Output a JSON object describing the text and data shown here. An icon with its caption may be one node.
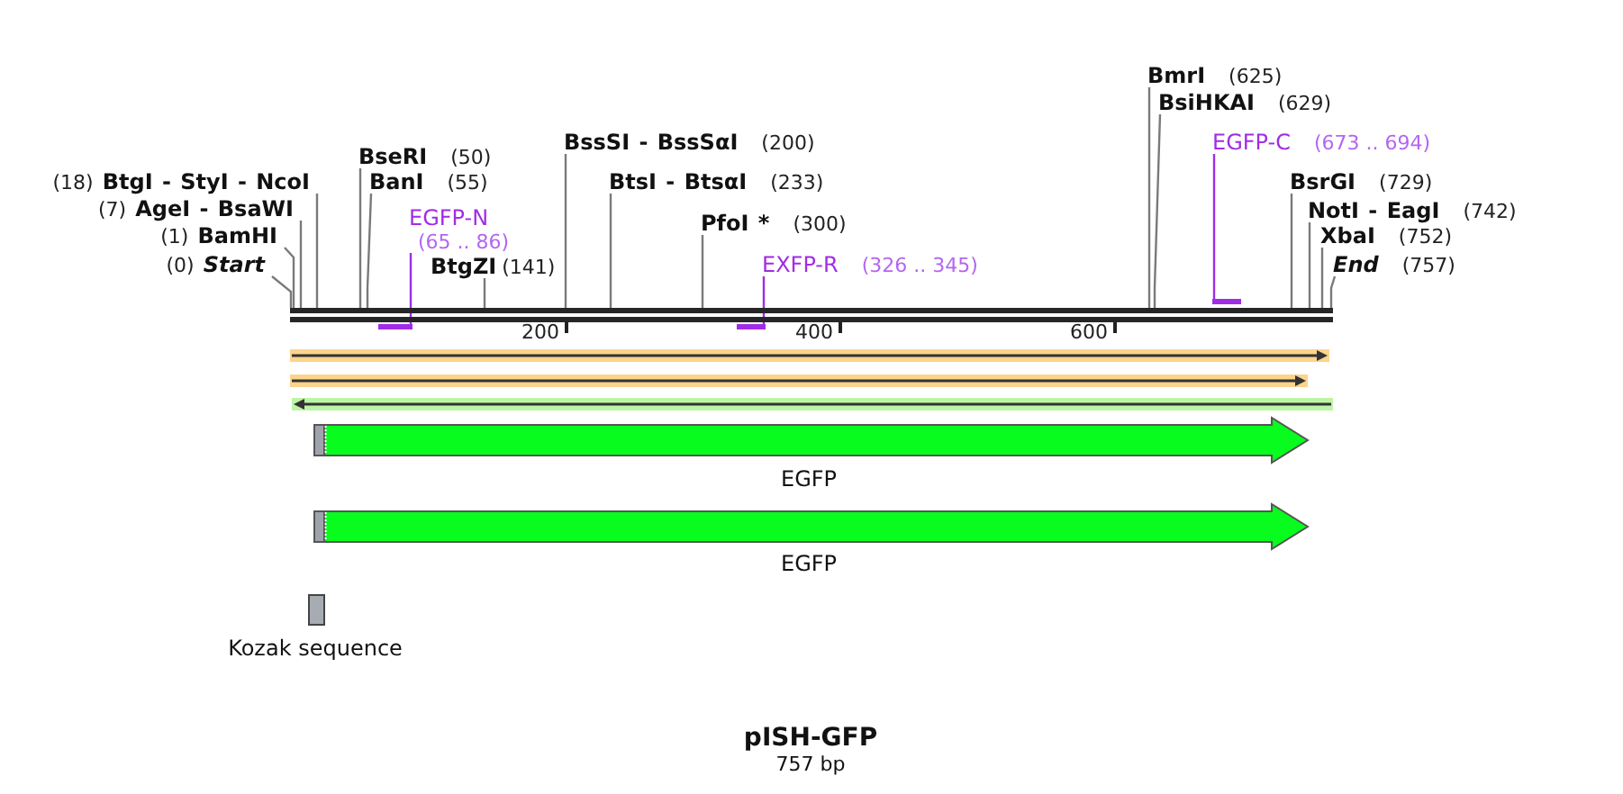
{
  "diagram": {
    "title": "pISH-GFP",
    "caption": "757 bp",
    "nodes": [
      {
        "text": [
          "BmrI",
          "(625)"
        ]
      },
      {
        "text": [
          "BsiHKAI",
          "(629)"
        ]
      },
      {
        "text": [
          "BssSI - BssSαI",
          "(200)"
        ]
      },
      {
        "text": [
          "EGFP-C",
          "(673 .. 694)"
        ]
      },
      {
        "text": [
          "BseRI",
          "(50)"
        ]
      },
      {
        "text": [
          "(18)",
          "BtgI - StyI - NcoI"
        ]
      },
      {
        "text": [
          "BanI",
          "(55)"
        ]
      },
      {
        "text": [
          "BtsI - BtsαI",
          "(233)"
        ]
      },
      {
        "text": [
          "BsrGI",
          "(729)"
        ]
      },
      {
        "text": [
          "(7)",
          "AgeI - BsaWI"
        ]
      },
      {
        "text": [
          "NotI - EagI",
          "(742)"
        ]
      },
      {
        "text": [
          "EGFP-N",
          "(65 .. 86)"
        ]
      },
      {
        "text": [
          "PfoI *",
          "(300)"
        ]
      },
      {
        "text": [
          "(1)",
          "BamHI"
        ]
      },
      {
        "text": [
          "XbaI",
          "(752)"
        ]
      },
      {
        "text": [
          "(0)",
          "Start"
        ]
      },
      {
        "text": [
          "BtgZI",
          "(141)"
        ]
      },
      {
        "text": [
          "EXFP-R",
          "(326 .. 345)"
        ]
      },
      {
        "text": [
          "End",
          "(757)"
        ]
      },
      {
        "text": [],
        "shape": "bar"
      },
      {
        "text": [],
        "shape": "bar"
      },
      {
        "text": [],
        "shape": "bar"
      },
      {
        "text": [],
        "shape": "bar"
      },
      {
        "text": [],
        "shape": "arrow"
      },
      {
        "text": [],
        "shape": "arrow"
      },
      {
        "text": [],
        "shape": "arrow"
      },
      {
        "text": [
          "EGFP"
        ]
      },
      {
        "text": [
          "EGFP"
        ]
      },
      {
        "text": [
          "Kozak sequence"
        ]
      }
    ],
    "edges": [
      {
        "from": 0,
        "to": 20,
        "arrow": "none"
      },
      {
        "from": 1,
        "to": 20,
        "arrow": "none"
      },
      {
        "from": 2,
        "to": 20,
        "arrow": "none"
      },
      {
        "from": 3,
        "to": 19,
        "arrow": "none",
        "color": "#a02de6"
      },
      {
        "from": 4,
        "to": 20,
        "arrow": "none"
      },
      {
        "from": 5,
        "to": 20,
        "arrow": "none"
      },
      {
        "from": 6,
        "to": 20,
        "arrow": "none"
      },
      {
        "from": 7,
        "to": 20,
        "arrow": "none"
      },
      {
        "from": 8,
        "to": 20,
        "arrow": "none"
      },
      {
        "from": 9,
        "to": 20,
        "arrow": "none"
      },
      {
        "from": 10,
        "to": 20,
        "arrow": "none"
      },
      {
        "from": 11,
        "to": 21,
        "arrow": "none",
        "color": "#a02de6"
      },
      {
        "from": 12,
        "to": 20,
        "arrow": "none"
      },
      {
        "from": 13,
        "to": 20,
        "arrow": "none"
      },
      {
        "from": 14,
        "to": 20,
        "arrow": "none"
      },
      {
        "from": 15,
        "to": 20,
        "arrow": "none"
      },
      {
        "from": 16,
        "to": 20,
        "arrow": "none"
      },
      {
        "from": 17,
        "to": 22,
        "arrow": "none",
        "color": "#a02de6"
      },
      {
        "from": 18,
        "to": 20,
        "arrow": "none"
      }
    ],
    "labels": [
      "200",
      "400",
      "600"
    ]
  }
}
